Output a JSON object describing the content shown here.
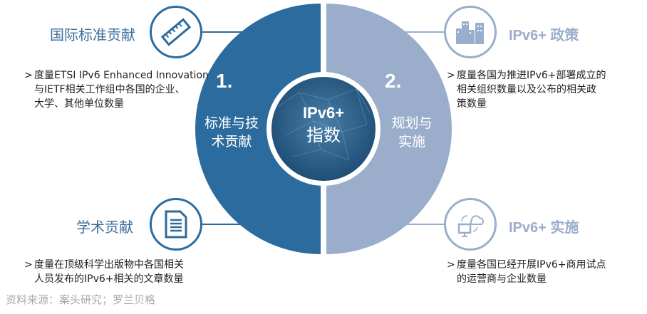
{
  "center": {
    "line1": "IPv6+",
    "line2": "指数"
  },
  "segments": [
    {
      "number": "1.",
      "label_line1": "标准与技",
      "label_line2": "术贡献"
    },
    {
      "number": "2.",
      "label_line1": "规划与",
      "label_line2": "实施"
    }
  ],
  "items": {
    "standards": {
      "title": "国际标准贡献",
      "icon": "ruler-icon",
      "arrow": ">",
      "text_lines": [
        "度量ETSI IPv6 Enhanced Innovation",
        "与IETF相关工作组中各国的企业、",
        "大学、其他单位数量"
      ]
    },
    "academic": {
      "title": "学术贡献",
      "icon": "document-icon",
      "arrow": ">",
      "text_lines": [
        "度量在顶级科学出版物中各国相关",
        "人员发布的IPv6+相关的文章数量"
      ]
    },
    "policy": {
      "title": "IPv6+ 政策",
      "icon": "buildings-icon",
      "arrow": ">",
      "text_lines": [
        "度量各国为推进IPv6+部署成立的",
        "相关组织数量以及公布的相关政",
        "策数量"
      ]
    },
    "implementation": {
      "title": "IPv6+ 实施",
      "icon": "cloud-computer-icon",
      "arrow": ">",
      "text_lines": [
        "度量各国已经开展IPv6+商用试点",
        "的运营商与企业数量"
      ]
    }
  },
  "source": "资料来源：案头研究；罗兰贝格",
  "colors": {
    "dark": "#2c6b9d",
    "light": "#9aaecb",
    "center": "#1f4e79"
  }
}
